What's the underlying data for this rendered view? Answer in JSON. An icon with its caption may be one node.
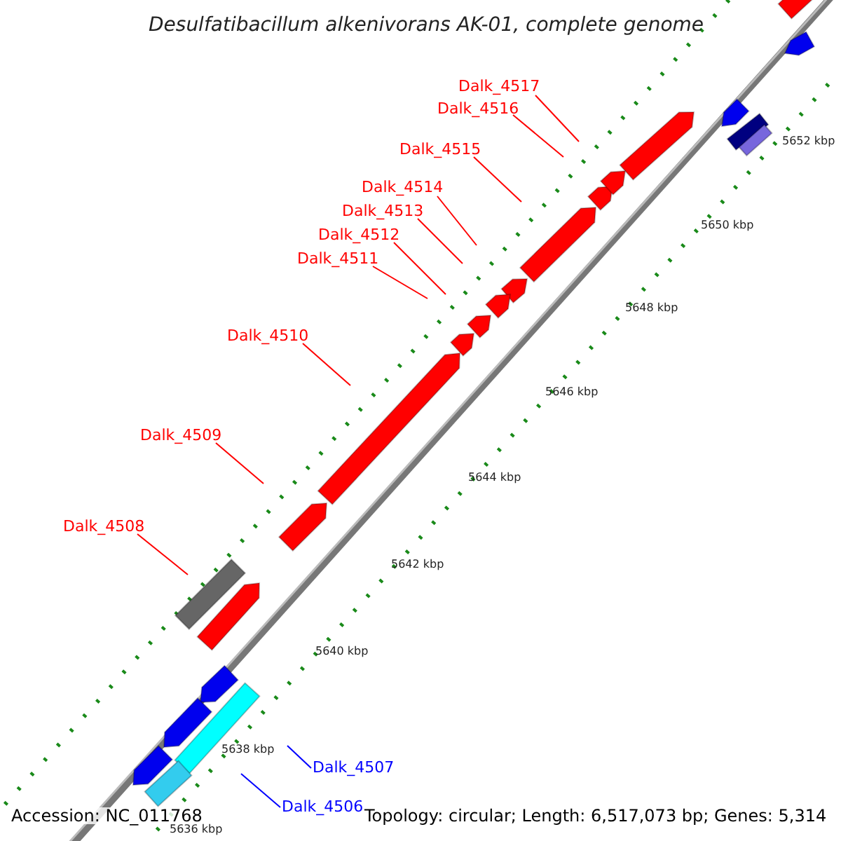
{
  "diagram": {
    "title": "Desulfatibacillum alkenivorans AK-01, complete genome",
    "nodes": [
      {
        "text": [
          "Dalk_4517"
        ]
      },
      {
        "text": [
          "Dalk_4516"
        ]
      },
      {
        "text": [
          "Dalk_4515"
        ]
      },
      {
        "text": [
          "Dalk_4514"
        ]
      },
      {
        "text": [
          "Dalk_4513"
        ]
      },
      {
        "text": [
          "Dalk_4512"
        ]
      },
      {
        "text": [
          "Dalk_4511"
        ]
      },
      {
        "text": [
          "Dalk_4510"
        ]
      },
      {
        "text": [
          "Dalk_4509"
        ]
      },
      {
        "text": [
          "Dalk_4508"
        ]
      },
      {
        "text": [
          "Dalk_4507"
        ]
      },
      {
        "text": [
          "Dalk_4506"
        ]
      }
    ],
    "edges": [
      {
        "from": 0,
        "to": null,
        "arrow": "none"
      },
      {
        "from": 1,
        "to": null,
        "arrow": "none"
      },
      {
        "from": 2,
        "to": null,
        "arrow": "none"
      },
      {
        "from": 3,
        "to": null,
        "arrow": "none"
      },
      {
        "from": 4,
        "to": null,
        "arrow": "none"
      },
      {
        "from": 5,
        "to": null,
        "arrow": "none"
      },
      {
        "from": 6,
        "to": null,
        "arrow": "none"
      },
      {
        "from": 7,
        "to": null,
        "arrow": "none"
      },
      {
        "from": 8,
        "to": null,
        "arrow": "none"
      },
      {
        "from": 9,
        "to": null,
        "arrow": "none"
      },
      {
        "from": 10,
        "to": null,
        "arrow": "none",
        "color": "#0000ff"
      },
      {
        "from": 11,
        "to": null,
        "arrow": "none",
        "color": "#0000ff"
      }
    ],
    "labels": [
      "5652 kbp",
      "5650 kbp",
      "5648 kbp",
      "5646 kbp",
      "5644 kbp",
      "5642 kbp",
      "5640 kbp",
      "5638 kbp",
      "5636 kbp",
      "Accession: NC_011768",
      "Topology: circular; Length: 6,517,073 bp; Genes: 5,314"
    ]
  }
}
